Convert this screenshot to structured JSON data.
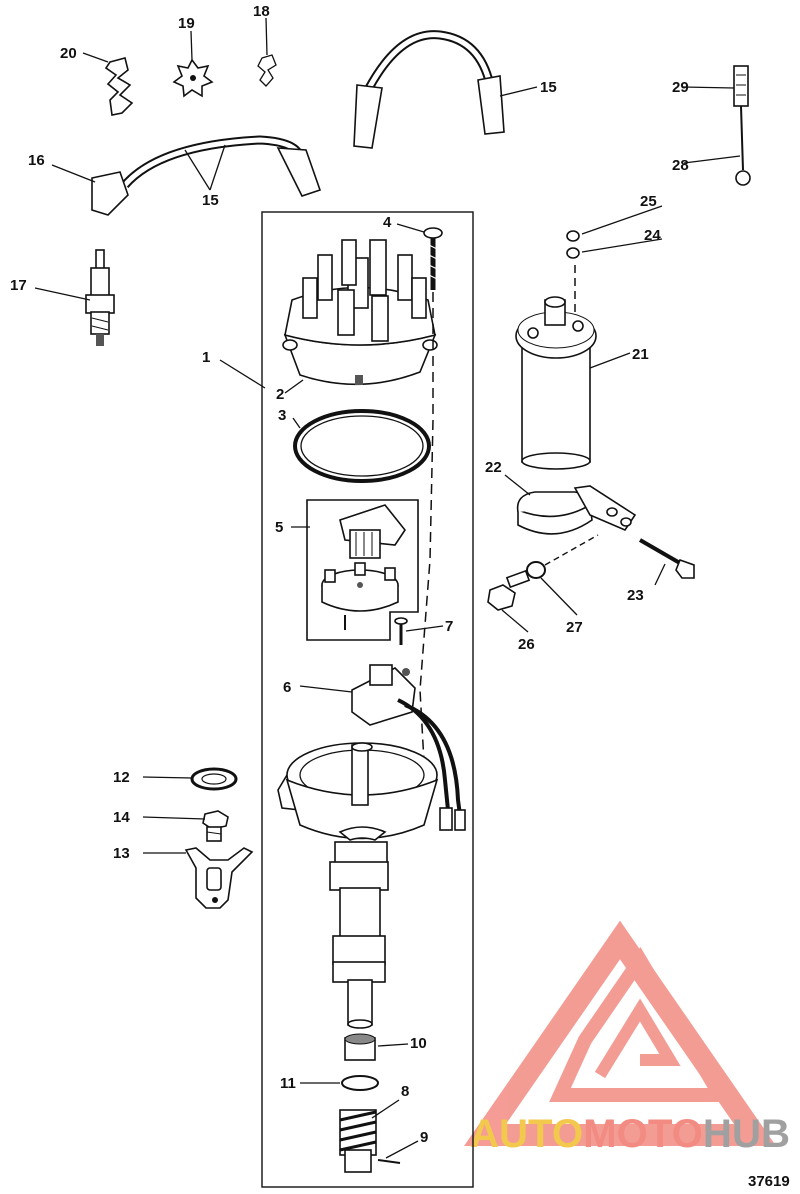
{
  "diagram_id": "37619",
  "watermark": {
    "word_a": "AUTO",
    "word_b": "MOTO",
    "word_c": "HUB",
    "color_a": "#f2c94c",
    "color_b": "#f28b82",
    "color_c": "#a0a0a0",
    "logo_color": "#f28b82"
  },
  "callouts": [
    {
      "id": "c1",
      "text": "1"
    },
    {
      "id": "c2",
      "text": "2"
    },
    {
      "id": "c3",
      "text": "3"
    },
    {
      "id": "c4",
      "text": "4"
    },
    {
      "id": "c5",
      "text": "5"
    },
    {
      "id": "c6",
      "text": "6"
    },
    {
      "id": "c7",
      "text": "7"
    },
    {
      "id": "c8",
      "text": "8"
    },
    {
      "id": "c9",
      "text": "9"
    },
    {
      "id": "c10",
      "text": "10"
    },
    {
      "id": "c11",
      "text": "11"
    },
    {
      "id": "c12",
      "text": "12"
    },
    {
      "id": "c13",
      "text": "13"
    },
    {
      "id": "c14",
      "text": "14"
    },
    {
      "id": "c15a",
      "text": "15"
    },
    {
      "id": "c15b",
      "text": "15"
    },
    {
      "id": "c16",
      "text": "16"
    },
    {
      "id": "c17",
      "text": "17"
    },
    {
      "id": "c18",
      "text": "18"
    },
    {
      "id": "c19",
      "text": "19"
    },
    {
      "id": "c20",
      "text": "20"
    },
    {
      "id": "c21",
      "text": "21"
    },
    {
      "id": "c22",
      "text": "22"
    },
    {
      "id": "c23",
      "text": "23"
    },
    {
      "id": "c24",
      "text": "24"
    },
    {
      "id": "c25",
      "text": "25"
    },
    {
      "id": "c26",
      "text": "26"
    },
    {
      "id": "c27",
      "text": "27"
    },
    {
      "id": "c28",
      "text": "28"
    },
    {
      "id": "c29",
      "text": "29"
    }
  ]
}
